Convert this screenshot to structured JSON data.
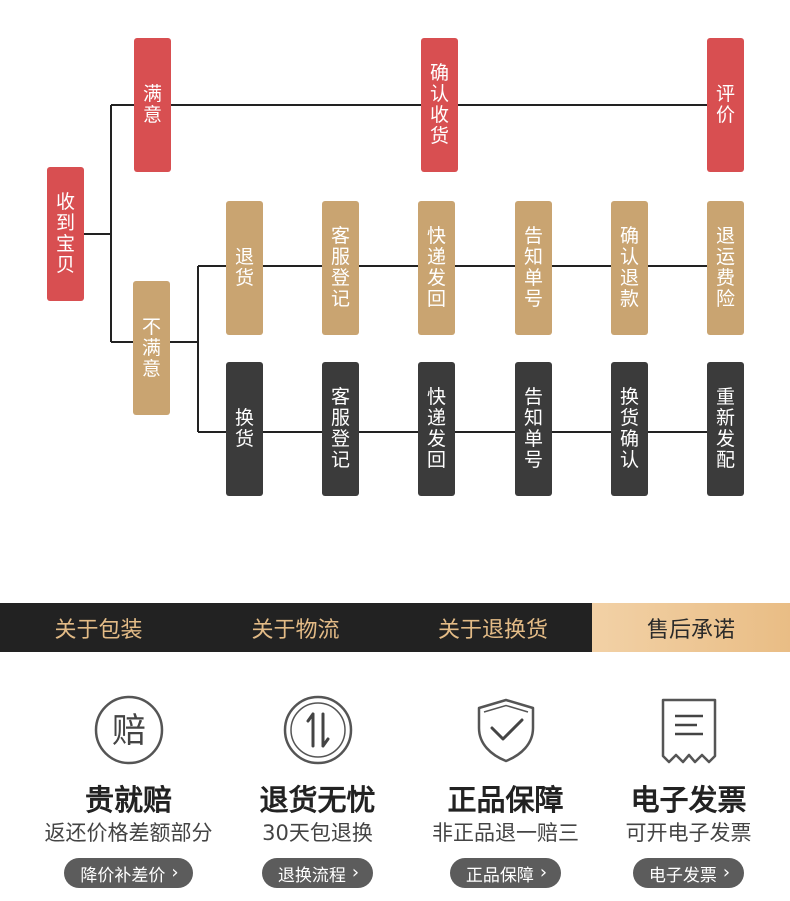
{
  "flow": {
    "start": "收到宝贝",
    "satisfied": {
      "label": "满意",
      "steps": [
        "确认收货",
        "评价"
      ]
    },
    "unsatisfied": {
      "label": "不满意",
      "return_row": [
        "退货",
        "客服登记",
        "快递发回",
        "告知单号",
        "确认退款",
        "退运费险"
      ],
      "exchange_row": [
        "换货",
        "客服登记",
        "快递发回",
        "告知单号",
        "换货确认",
        "重新发配"
      ]
    },
    "colors": {
      "red": "#d84f51",
      "tan": "#c9a471",
      "dark": "#3b3b3b",
      "line": "#222222"
    }
  },
  "tabs": [
    {
      "label": "关于包装",
      "active": false
    },
    {
      "label": "关于物流",
      "active": false
    },
    {
      "label": "关于退换货",
      "active": false
    },
    {
      "label": "售后承诺",
      "active": true
    }
  ],
  "promises": [
    {
      "icon": "compensation-icon",
      "icon_glyph": "赔",
      "title": "贵就赔",
      "subtitle": "返还价格差额部分",
      "button": "降价补差价"
    },
    {
      "icon": "return-exchange-icon",
      "title": "退货无忧",
      "subtitle": "30天包退换",
      "button": "退换流程"
    },
    {
      "icon": "shield-check-icon",
      "title": "正品保障",
      "subtitle": "非正品退一赔三",
      "button": "正品保障"
    },
    {
      "icon": "receipt-icon",
      "title": "电子发票",
      "subtitle": "可开电子发票",
      "button": "电子发票"
    }
  ]
}
